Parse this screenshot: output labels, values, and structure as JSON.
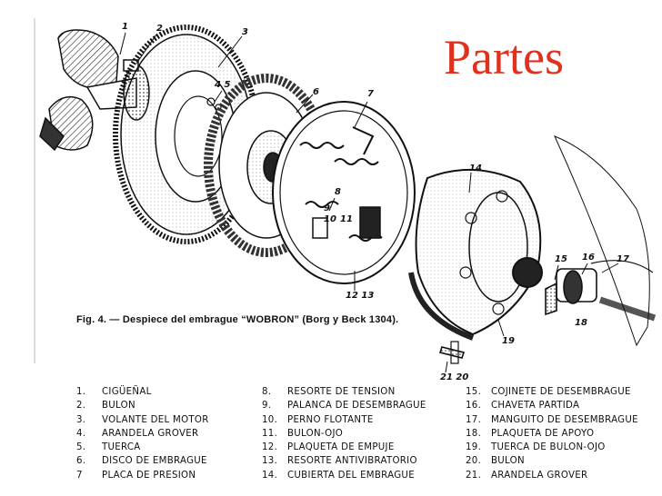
{
  "title": "Partes",
  "figure_caption": "Fig. 4. — Despiece del embrague “WOBRON” (Borg y Beck 1304).",
  "callouts": [
    "1",
    "2",
    "3",
    "4 5",
    "6",
    "7",
    "8",
    "9",
    "10",
    "11",
    "12 13",
    "14",
    "15",
    "16",
    "17",
    "18",
    "19",
    "21 20"
  ],
  "legend": {
    "col1": [
      {
        "num": "1.",
        "name": "CIGÜEÑAL"
      },
      {
        "num": "2.",
        "name": "BULON"
      },
      {
        "num": "3.",
        "name": "VOLANTE DEL MOTOR"
      },
      {
        "num": "4.",
        "name": "ARANDELA GROVER"
      },
      {
        "num": "5.",
        "name": "TUERCA"
      },
      {
        "num": "6.",
        "name": "DISCO DE EMBRAGUE"
      },
      {
        "num": "7",
        "name": "PLACA DE PRESION"
      }
    ],
    "col2": [
      {
        "num": "8.",
        "name": "RESORTE DE TENSION"
      },
      {
        "num": "9.",
        "name": "PALANCA DE DESEMBRAGUE"
      },
      {
        "num": "10.",
        "name": "PERNO FLOTANTE"
      },
      {
        "num": "11.",
        "name": "BULON-OJO"
      },
      {
        "num": "12.",
        "name": "PLAQUETA DE EMPUJE"
      },
      {
        "num": "13.",
        "name": "RESORTE ANTIVIBRATORIO"
      },
      {
        "num": "14.",
        "name": "CUBIERTA DEL EMBRAGUE"
      }
    ],
    "col3": [
      {
        "num": "15.",
        "name": "COJINETE DE DESEMBRAGUE"
      },
      {
        "num": "16.",
        "name": "CHAVETA PARTIDA"
      },
      {
        "num": "17.",
        "name": "MANGUITO DE DESEMBRAGUE"
      },
      {
        "num": "18.",
        "name": "PLAQUETA DE APOYO"
      },
      {
        "num": "19.",
        "name": "TUERCA DE BULON-OJO"
      },
      {
        "num": "20.",
        "name": "BULON"
      },
      {
        "num": "21.",
        "name": "ARANDELA GROVER"
      }
    ]
  },
  "colors": {
    "title": "#e0301e",
    "ink": "#111111",
    "paper": "#ffffff"
  }
}
